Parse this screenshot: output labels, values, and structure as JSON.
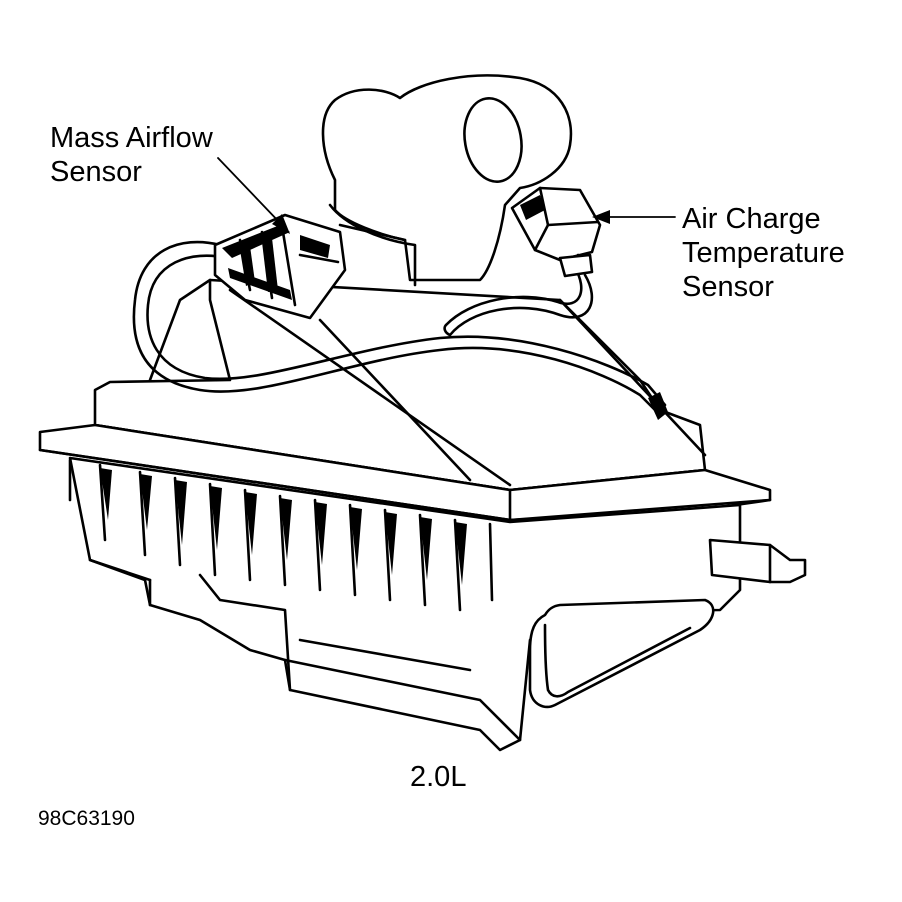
{
  "labels": {
    "mass_airflow_line1": "Mass Airflow",
    "mass_airflow_line2": "Sensor",
    "air_charge_line1": "Air Charge",
    "air_charge_line2": "Temperature",
    "air_charge_line3": "Sensor",
    "engine": "2.0L",
    "figure_id": "98C63190"
  },
  "colors": {
    "ink": "#000000",
    "background": "#ffffff"
  }
}
